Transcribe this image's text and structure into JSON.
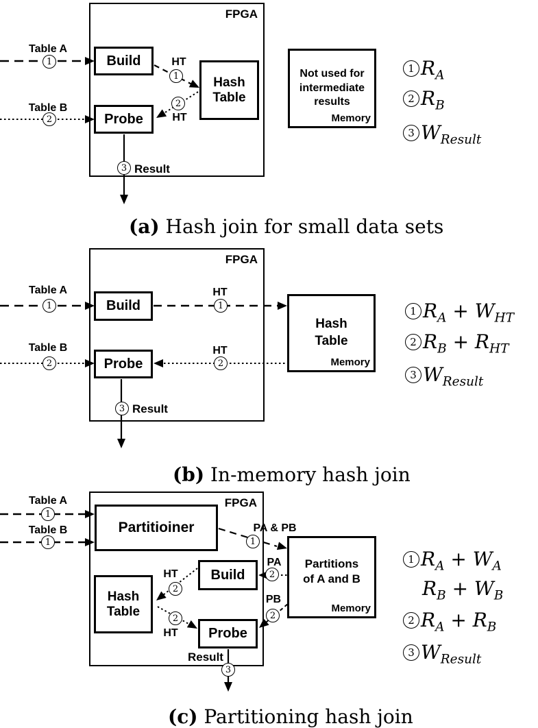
{
  "panels": {
    "a": {
      "fpga_label": "FPGA",
      "inputs": [
        {
          "label": "Table A",
          "num": "1"
        },
        {
          "label": "Table B",
          "num": "2"
        }
      ],
      "blocks": {
        "build": "Build",
        "probe": "Probe",
        "hash_table": "Hash Table"
      },
      "memory": {
        "text": "Not used for intermediate results",
        "label": "Memory"
      },
      "ht_links": [
        {
          "label": "HT",
          "num": "1"
        },
        {
          "label": "HT",
          "num": "2"
        }
      ],
      "result": {
        "num": "3",
        "label": "Result"
      },
      "formulas": [
        {
          "num": "1",
          "expr": "R_A"
        },
        {
          "num": "2",
          "expr": "R_B"
        },
        {
          "num": "3",
          "expr": "W_Result"
        }
      ],
      "caption": {
        "tag": "(a)",
        "text": " Hash join for small data sets"
      }
    },
    "b": {
      "fpga_label": "FPGA",
      "inputs": [
        {
          "label": "Table A",
          "num": "1"
        },
        {
          "label": "Table B",
          "num": "2"
        }
      ],
      "blocks": {
        "build": "Build",
        "probe": "Probe"
      },
      "memory": {
        "text": "Hash Table",
        "label": "Memory"
      },
      "ht_links": [
        {
          "label": "HT",
          "num": "1"
        },
        {
          "label": "HT",
          "num": "2"
        }
      ],
      "result": {
        "num": "3",
        "label": "Result"
      },
      "formulas": [
        {
          "num": "1",
          "expr": "R_B + R_HT",
          "expr1": "R_A + W_HT"
        },
        {
          "num": "2",
          "expr": "R_B + R_HT"
        },
        {
          "num": "3",
          "expr": "W_Result"
        }
      ],
      "caption": {
        "tag": "(b)",
        "text": " In-memory hash join"
      }
    },
    "c": {
      "fpga_label": "FPGA",
      "inputs": [
        {
          "label": "Table A",
          "num": "1"
        },
        {
          "label": "Table B",
          "num": "1"
        }
      ],
      "blocks": {
        "partitioner": "Partitioiner",
        "build": "Build",
        "probe": "Probe",
        "hash_table": "Hash Table"
      },
      "memory": {
        "text": "Partitions of A and B",
        "label": "Memory"
      },
      "partition_links": [
        {
          "label": "PA & PB",
          "num": "1"
        },
        {
          "label": "PA",
          "num": "2"
        },
        {
          "label": "PB",
          "num": "2"
        }
      ],
      "ht_links": [
        {
          "label": "HT",
          "num": "2"
        },
        {
          "label": "HT",
          "num": "2"
        }
      ],
      "result": {
        "num": "3",
        "label": "Result"
      },
      "formulas": [
        {
          "num": "1",
          "expr": "R_A + W_A"
        },
        {
          "num": "",
          "expr": "R_B + W_B"
        },
        {
          "num": "2",
          "expr": "R_A + R_B"
        },
        {
          "num": "3",
          "expr": "W_Result"
        }
      ],
      "caption": {
        "tag": "(c)",
        "text": " Partitioning hash join"
      }
    }
  }
}
